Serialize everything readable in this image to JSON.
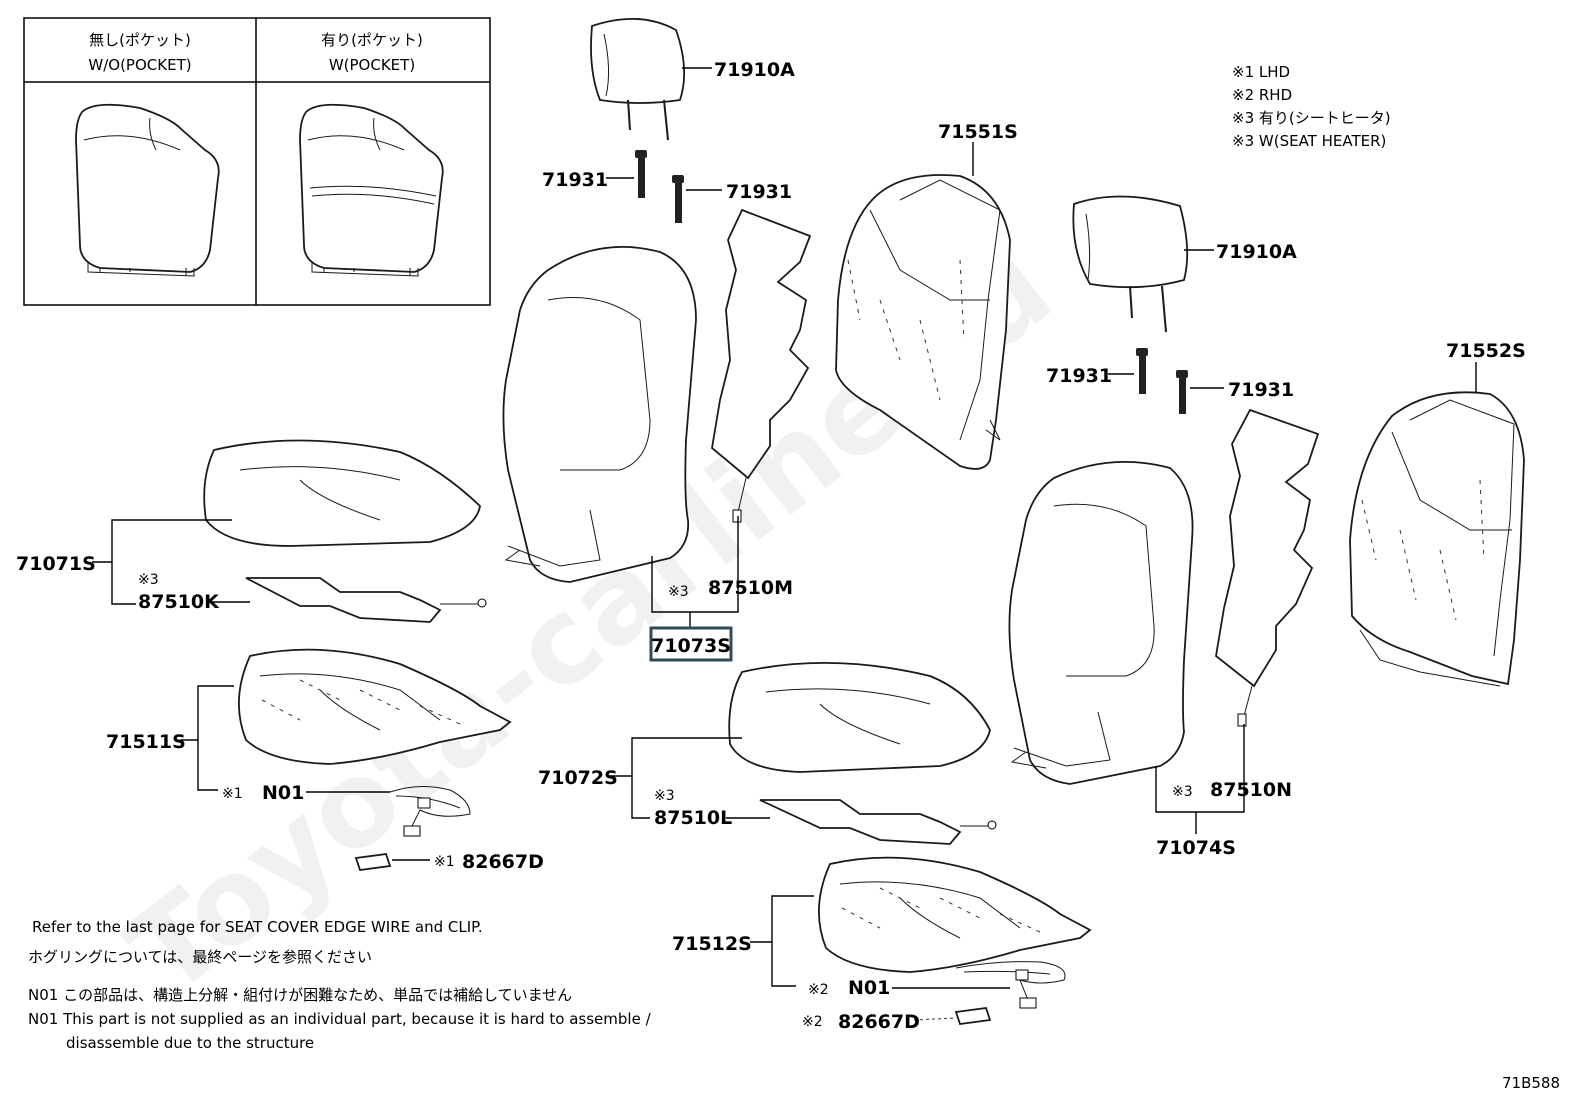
{
  "watermark": "Toyota-carline.ru",
  "variant_table": {
    "col1_jp": "無し(ポケット)",
    "col1_en": "W/O(POCKET)",
    "col2_jp": "有り(ポケット)",
    "col2_en": "W(POCKET)"
  },
  "legend": {
    "line1": "※1 LHD",
    "line2": "※2 RHD",
    "line3": "※3 有り(シートヒータ)",
    "line4": "※3 W(SEAT HEATER)"
  },
  "parts": {
    "headrest_left": "71910A",
    "headrest_right": "71910A",
    "guide_left_a": "71931",
    "guide_left_b": "71931",
    "guide_right_a": "71931",
    "guide_right_b": "71931",
    "back_pad_left": "71551S",
    "back_pad_right": "71552S",
    "cushion_cover_left": "71071S",
    "heater_left_mark": "※3",
    "heater_left": "87510K",
    "back_heater_left_mark": "※3",
    "back_heater_left": "87510M",
    "back_cover_left": "71073S",
    "cushion_pad_left": "71511S",
    "n01_left_mark": "※1",
    "n01_left": "N01",
    "clip_left_mark": "※1",
    "clip_left": "82667D",
    "cushion_cover_right": "71072S",
    "heater_right_mark": "※3",
    "heater_right": "87510L",
    "back_heater_right_mark": "※3",
    "back_heater_right": "87510N",
    "back_cover_right": "71074S",
    "cushion_pad_right": "71512S",
    "n01_right_mark": "※2",
    "n01_right": "N01",
    "clip_right_mark": "※2",
    "clip_right": "82667D"
  },
  "notes": {
    "refer_en": "Refer to the last page for SEAT COVER EDGE WIRE and CLIP.",
    "refer_jp": "ホグリングについては、最終ページを参照ください",
    "n01_jp": "N01 この部品は、構造上分解・組付けが困難なため、単品では補給していません",
    "n01_en_1": "N01 This part is not supplied as an individual part, because it is hard to assemble /",
    "n01_en_2": "disassemble due to the structure"
  },
  "figure_code": "71B588"
}
